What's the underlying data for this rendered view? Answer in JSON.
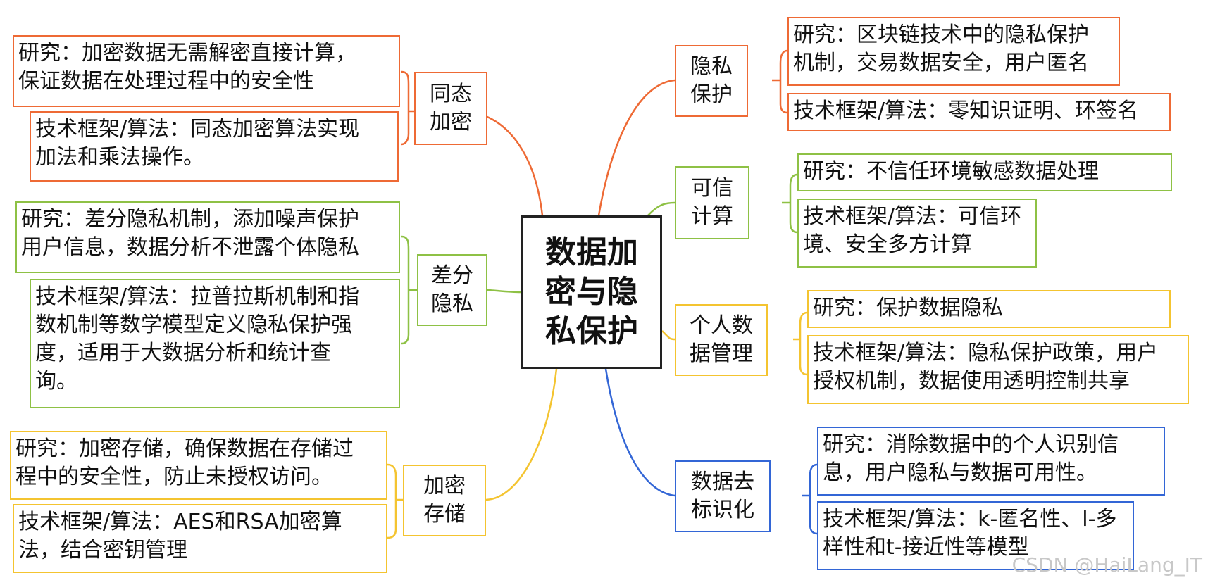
{
  "center": {
    "label": "数据加\n密与隐\n私保护"
  },
  "branches": {
    "homomorphic": {
      "label": "同态\n加密",
      "color": "#ee6a35",
      "research": "研究：加密数据无需解密直接计算，\n保证数据在处理过程中的安全性",
      "tech": "技术框架/算法：同态加密算法实现\n加法和乘法操作。"
    },
    "differential": {
      "label": "差分\n隐私",
      "color": "#8ec145",
      "research": "研究：差分隐私机制，添加噪声保护\n用户信息，数据分析不泄露个体隐私",
      "tech": "技术框架/算法：拉普拉斯机制和指\n数机制等数学模型定义隐私保护强\n度，适用于大数据分析和统计查\n询。"
    },
    "storage": {
      "label": "加密\n存储",
      "color": "#f4c430",
      "research": "研究：加密存储，确保数据在存储过\n程中的安全性，防止未授权访问。",
      "tech": "技术框架/算法：AES和RSA加密算\n法，结合密钥管理"
    },
    "privacy": {
      "label": "隐私\n保护",
      "color": "#ee6a35",
      "research": "研究：区块链技术中的隐私保护\n机制，交易数据安全，用户匿名",
      "tech": "技术框架/算法：零知识证明、环签名"
    },
    "trusted": {
      "label": "可信\n计算",
      "color": "#8ec145",
      "research": "研究：不信任环境敏感数据处理",
      "tech": "技术框架/算法：可信环\n境、安全多方计算"
    },
    "personal": {
      "label": "个人数\n据管理",
      "color": "#f4c430",
      "research": "研究：保护数据隐私",
      "tech": "技术框架/算法：隐私保护政策，用户\n授权机制，数据使用透明控制共享"
    },
    "deidentify": {
      "label": "数据去\n标识化",
      "color": "#3366d6",
      "research": "研究：消除数据中的个人识别信\n息，用户隐私与数据可用性。",
      "tech": "技术框架/算法：k-匿名性、l-多\n样性和t-接近性等模型"
    }
  },
  "watermark": "CSDN @HaiLang_IT"
}
